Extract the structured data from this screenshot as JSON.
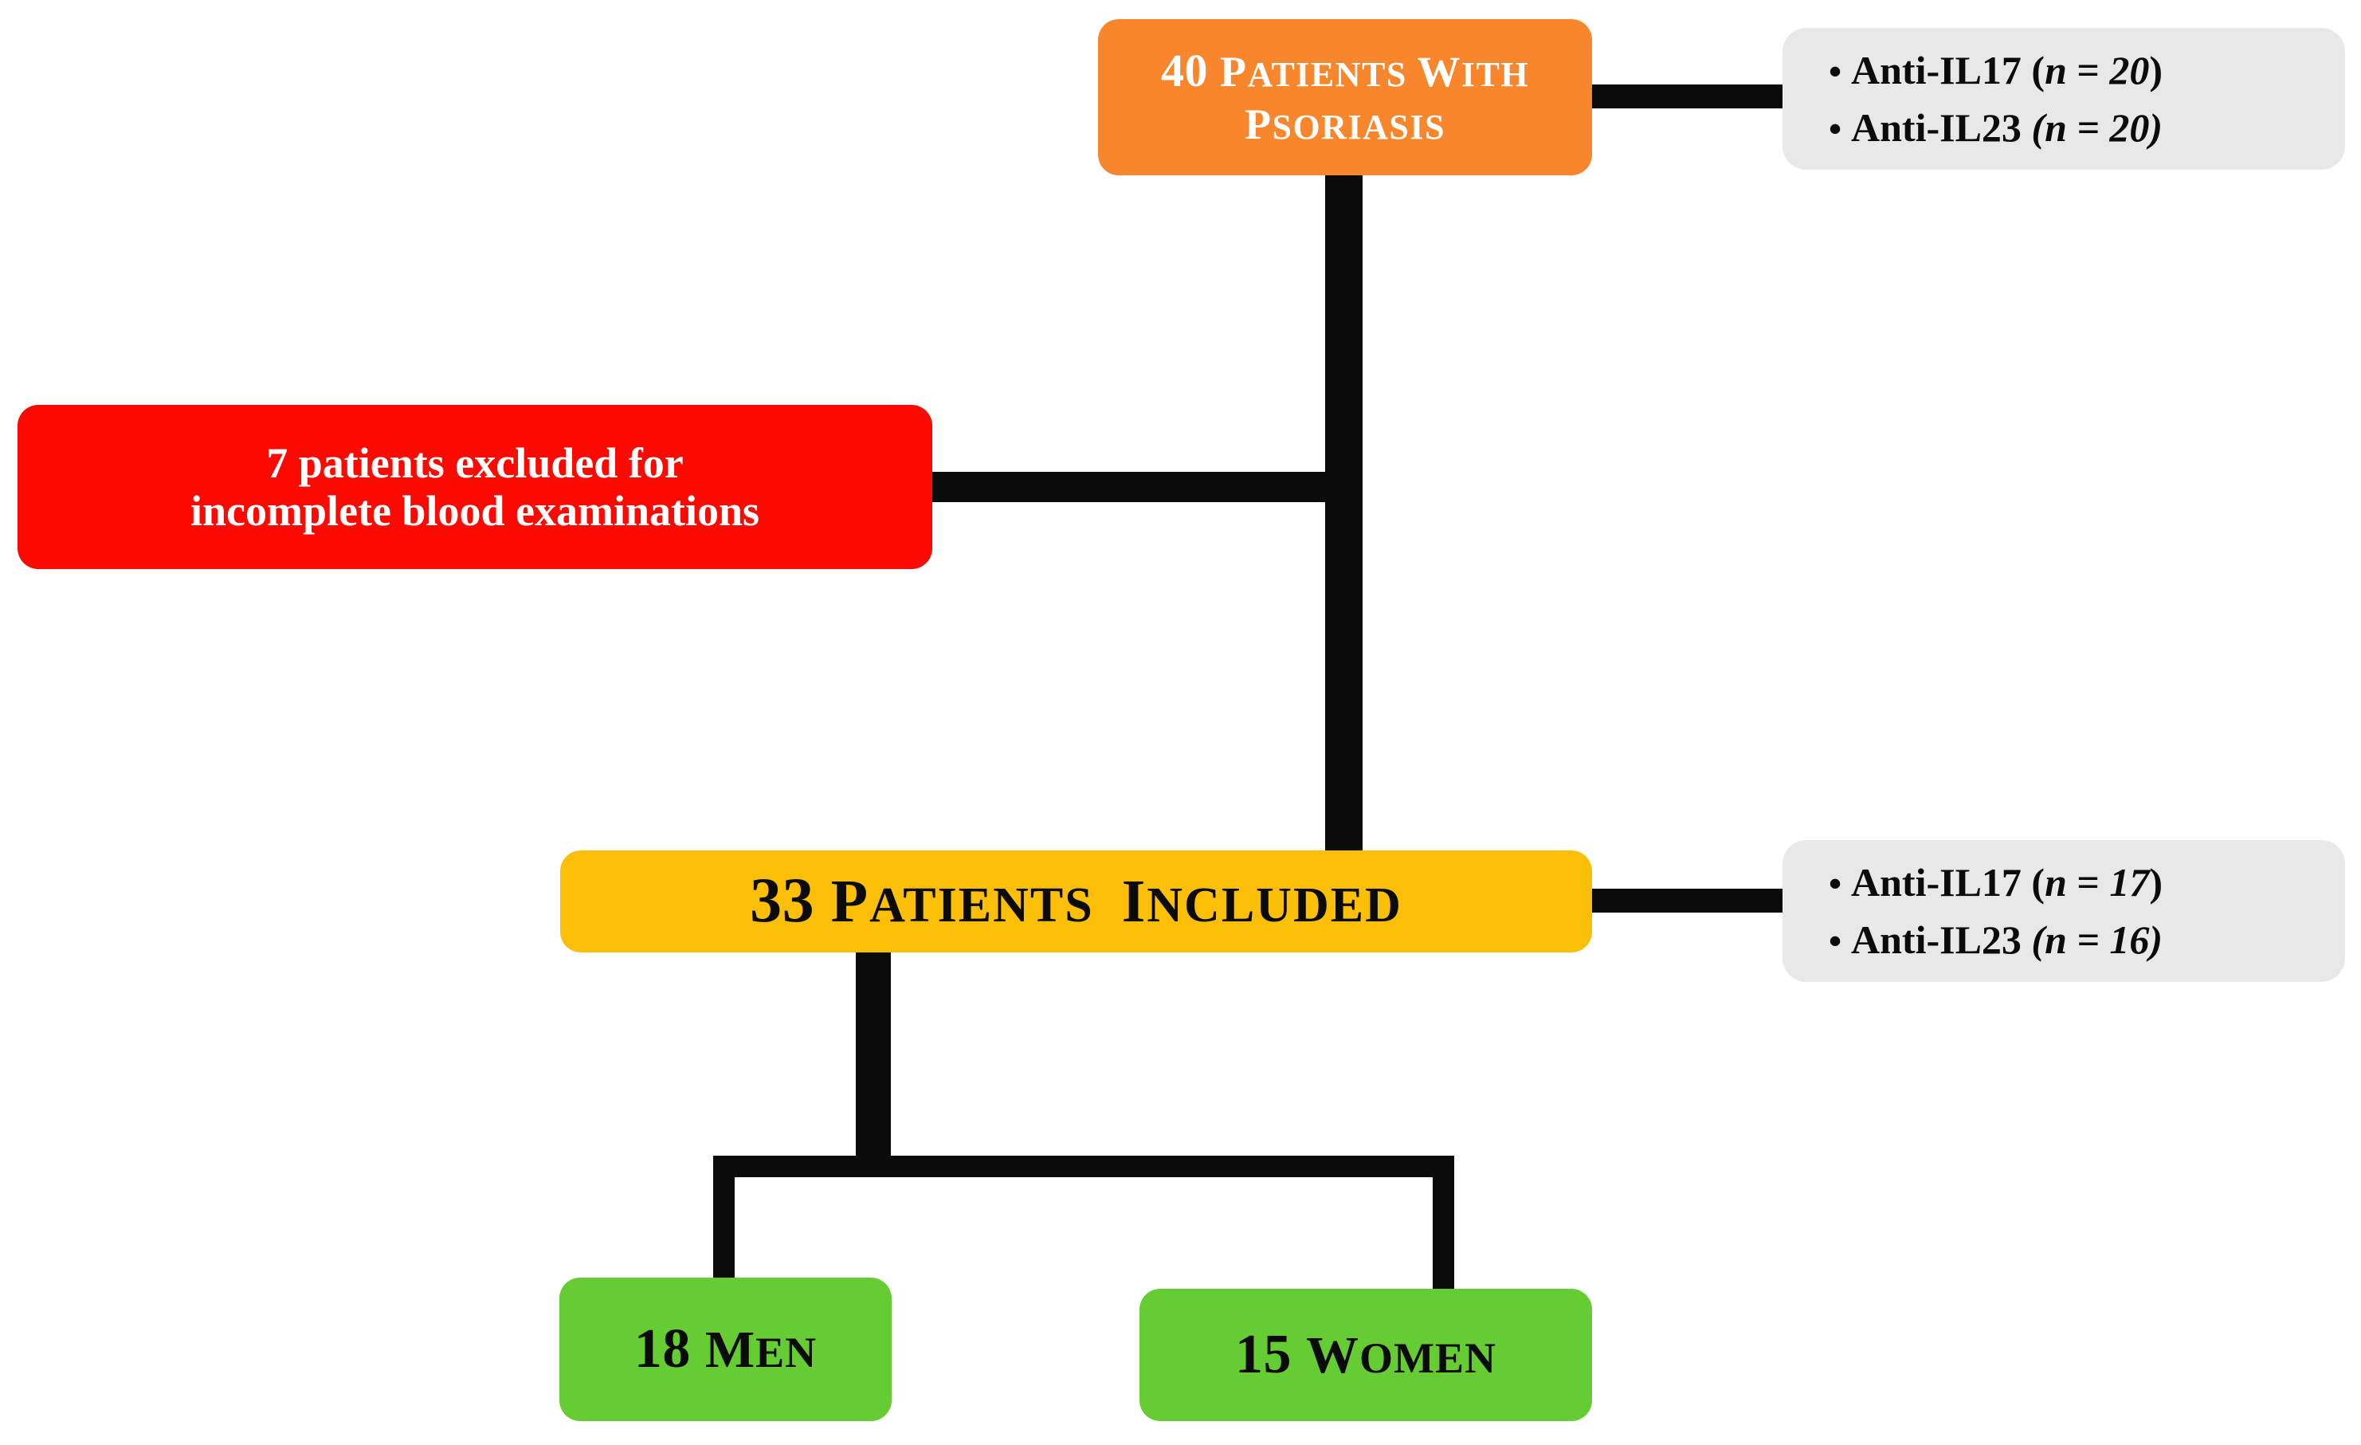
{
  "diagram": {
    "title": "Patient enrollment flow chart",
    "colors": {
      "orange": "#F7862C",
      "red": "#FA0A00",
      "yellow": "#FBBF08",
      "green": "#66CC33",
      "gray": "#E8E8E8",
      "connector": "#0B0B0B"
    }
  },
  "nodes": {
    "enrolled": {
      "lead": "40",
      "word1": "P",
      "word1_rest": "ATIENTS",
      "word2": "W",
      "word2_rest": "ITH",
      "line2_cap": "PSORIASIS",
      "line2_first": "P",
      "line2_rest": "SORIASIS",
      "full_text": "40 PATIENTS WITH PSORIASIS"
    },
    "excluded": {
      "line1": "7 patients excluded for",
      "line2": "incomplete blood examinations",
      "full_text": "7 patients excluded for incomplete blood examinations"
    },
    "included": {
      "lead": "33",
      "word1_cap": "P",
      "word1_rest": "ATIENTS",
      "word2_cap": "I",
      "word2_rest": "NCLUDED",
      "full_text": "33 PATIENTS INCLUDED"
    },
    "men": {
      "lead": "18",
      "word_cap": "M",
      "word_rest": "EN",
      "full_text": "18 MEN"
    },
    "women": {
      "lead": "15",
      "word_cap": "W",
      "word_rest": "OMEN",
      "full_text": "15 WOMEN"
    },
    "treatment_enrolled": {
      "bullet_glyph": "•",
      "items": [
        {
          "label": "Anti-IL17",
          "n_prefix": " (",
          "n_var": "n",
          "n_eq": " = ",
          "n_value": "20",
          "n_suffix": ")",
          "full_text": "Anti-IL17 (n = 20)"
        },
        {
          "label": "Anti-IL23",
          "n_prefix": " (",
          "n_var": "n",
          "n_eq": " = ",
          "n_value": "20",
          "n_suffix": ")",
          "full_text": "Anti-IL23 (n = 20)"
        }
      ]
    },
    "treatment_included": {
      "bullet_glyph": "•",
      "items": [
        {
          "label": "Anti-IL17",
          "n_prefix": " (",
          "n_var": "n",
          "n_eq": " = ",
          "n_value": "17",
          "n_suffix": ")",
          "full_text": "Anti-IL17 (n = 17)"
        },
        {
          "label": "Anti-IL23",
          "n_prefix": " (",
          "n_var": "n",
          "n_eq": " = ",
          "n_value": "16",
          "n_suffix": ")",
          "full_text": "Anti-IL23 (n = 16)"
        }
      ]
    }
  },
  "chart_data": {
    "type": "diagram",
    "title": "Patient enrollment flow chart",
    "nodes": [
      {
        "id": "enrolled",
        "label": "40 PATIENTS WITH PSORIASIS",
        "count": 40,
        "color": "#F7862C"
      },
      {
        "id": "excluded",
        "label": "7 patients excluded for incomplete blood examinations",
        "count": 7,
        "color": "#FA0A00"
      },
      {
        "id": "included",
        "label": "33 PATIENTS INCLUDED",
        "count": 33,
        "color": "#FBBF08"
      },
      {
        "id": "men",
        "label": "18 MEN",
        "count": 18,
        "color": "#66CC33"
      },
      {
        "id": "women",
        "label": "15 WOMEN",
        "count": 15,
        "color": "#66CC33"
      },
      {
        "id": "treatment_enrolled",
        "label": "Anti-IL17 (n = 20); Anti-IL23 (n = 20)",
        "color": "#E8E8E8"
      },
      {
        "id": "treatment_included",
        "label": "Anti-IL17 (n = 17); Anti-IL23 (n = 16)",
        "color": "#E8E8E8"
      }
    ],
    "edges": [
      {
        "from": "enrolled",
        "to": "treatment_enrolled"
      },
      {
        "from": "enrolled",
        "to": "excluded"
      },
      {
        "from": "enrolled",
        "to": "included"
      },
      {
        "from": "included",
        "to": "treatment_included"
      },
      {
        "from": "included",
        "to": "men"
      },
      {
        "from": "included",
        "to": "women"
      }
    ]
  }
}
